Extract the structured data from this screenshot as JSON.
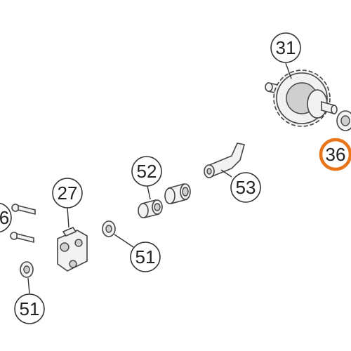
{
  "callouts": {
    "c31": "31",
    "c36": "36",
    "c52": "52",
    "c53": "53",
    "c27": "27",
    "c51a": "51",
    "c51b": "51",
    "c6": "6"
  },
  "highlight_color": "#e8751a"
}
